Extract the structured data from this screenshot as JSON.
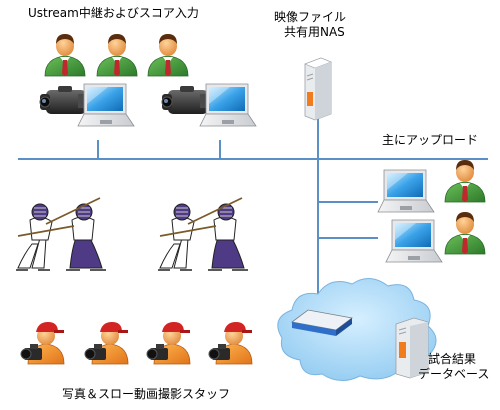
{
  "labels": {
    "ustream": "Ustream中継およびスコア入力",
    "nas_line1": "映像ファイル",
    "nas_line2": "共有用NAS",
    "upload": "主にアップロード",
    "results_line1": "試合結果",
    "results_line2": "データベース",
    "photo": "写真＆スロー動画撮影スタッフ"
  },
  "icons": [
    "person-green-shirt-icon",
    "video-camera-icon",
    "laptop-icon",
    "nas-server-icon",
    "network-switch-icon",
    "cloud-icon",
    "database-server-icon",
    "kendo-fighters-icon",
    "person-red-cap-camera-icon"
  ],
  "colors": {
    "network_line": "#5b8fc7",
    "shirt": "#3e9a3a",
    "tie": "#c0282d",
    "skin": "#f0a866",
    "hair": "#5a2d0c",
    "cloud": "#a9d6f5",
    "kendo_purple": "#4e3a85",
    "cap_red": "#d32424",
    "staff_orange": "#f0902a"
  }
}
